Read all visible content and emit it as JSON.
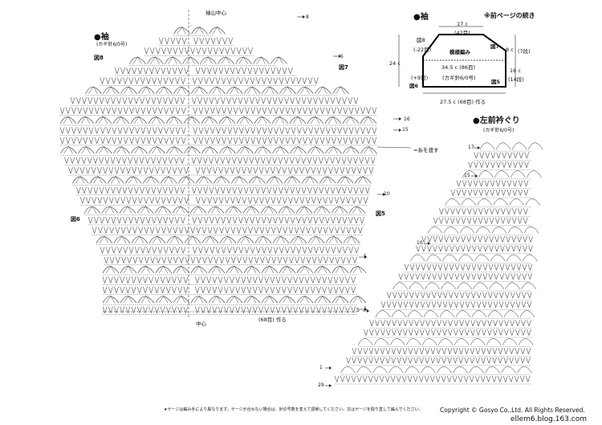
{
  "sleeve_chart": {
    "title": "袖",
    "hook_note": "(カギ針6/0号)",
    "center_top_label": "袖山中心",
    "center_bottom_label": "中心",
    "foundation_label": "(68目) 作る",
    "figure_labels": {
      "fig8": "図8",
      "fig7": "図7",
      "fig6": "図6",
      "fig5": "図5"
    },
    "row_markers": [
      "8",
      "5",
      "16",
      "15",
      "10",
      "5",
      "1"
    ],
    "thread_note": "=糸を渡す"
  },
  "sleeve_schematic": {
    "title": "袖",
    "continuation_note": "※前ページの続き",
    "top_width": "17 c",
    "top_stitches": "(42目)",
    "pattern_label": "模様編み",
    "middle_width": "34.5 c (86目)",
    "hook_label": "(カギ針6/0号)",
    "height": "24 c",
    "upper_right_height": "8 c",
    "upper_right_rows": "(7段)",
    "lower_right_height": "16 c",
    "lower_right_rows": "(14段)",
    "left_dec": "(-22目)",
    "left_inc": "(+9目)",
    "bottom_width": "27.5 c (68目) 作る",
    "figure_labels": {
      "fig8": "図8",
      "fig7": "図7",
      "fig6": "図6",
      "fig5": "図5"
    }
  },
  "neck_chart": {
    "title": "左前衿ぐり",
    "hook_note": "(カギ針6/0号)",
    "row_markers": [
      "17",
      "15",
      "10",
      "5",
      "1",
      "29"
    ]
  },
  "footer": {
    "note": "★ゲージは編み手により異なります。ゲージが合わない場合は、針の号数を変えて調節してください。又はゲージを取り直して編んでください。",
    "copyright": "Copyright © Gosyo Co.,Ltd. All Rights Reserved.",
    "url": "ellem6.blog.163.com"
  }
}
